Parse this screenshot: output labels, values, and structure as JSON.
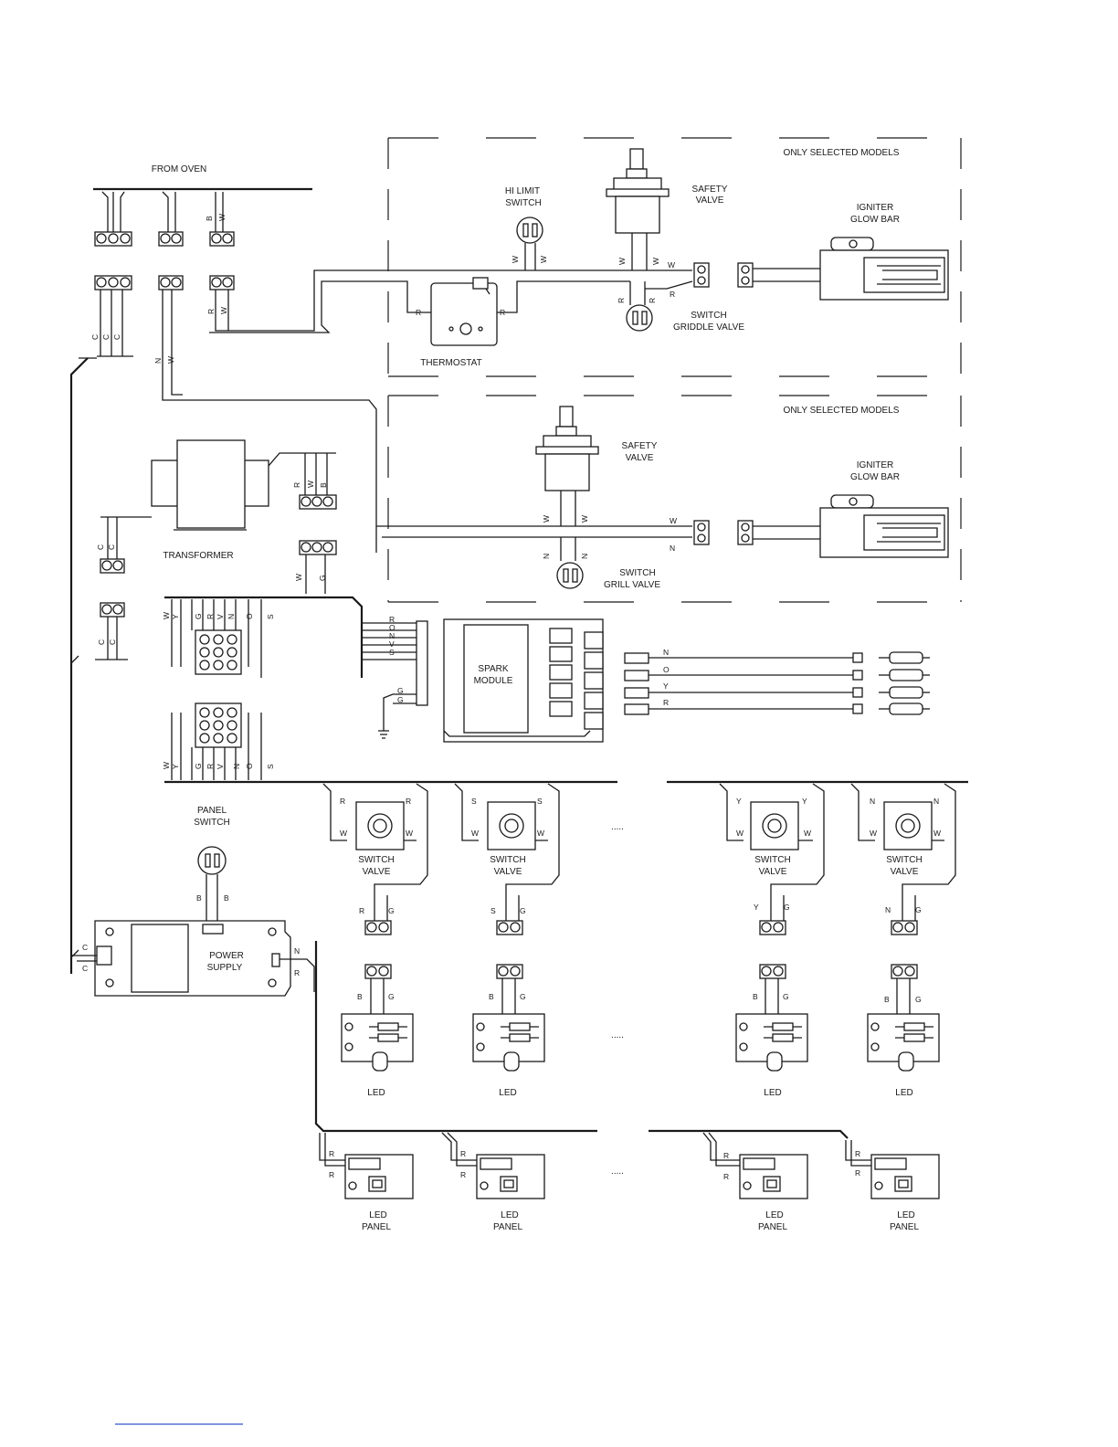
{
  "labels": {
    "from_oven": "FROM OVEN",
    "hi_limit": [
      "HI LIMIT",
      "SWITCH"
    ],
    "safety_valve": [
      "SAFETY",
      "VALVE"
    ],
    "only_selected": "ONLY SELECTED MODELS",
    "igniter": [
      "IGNITER",
      "GLOW BAR"
    ],
    "thermostat": "THERMOSTAT",
    "switch_griddle": [
      "SWITCH",
      "GRIDDLE VALVE"
    ],
    "switch_grill": [
      "SWITCH",
      "GRILL VALVE"
    ],
    "transformer": "TRANSFORMER",
    "spark_module": [
      "SPARK",
      "MODULE"
    ],
    "panel_switch": [
      "PANEL",
      "SWITCH"
    ],
    "power_supply": [
      "POWER",
      "SUPPLY"
    ],
    "switch_valve": [
      "SWITCH",
      "VALVE"
    ],
    "led": "LED",
    "led_panel": [
      "LED",
      "PANEL"
    ],
    "ellipsis": "....."
  }
}
